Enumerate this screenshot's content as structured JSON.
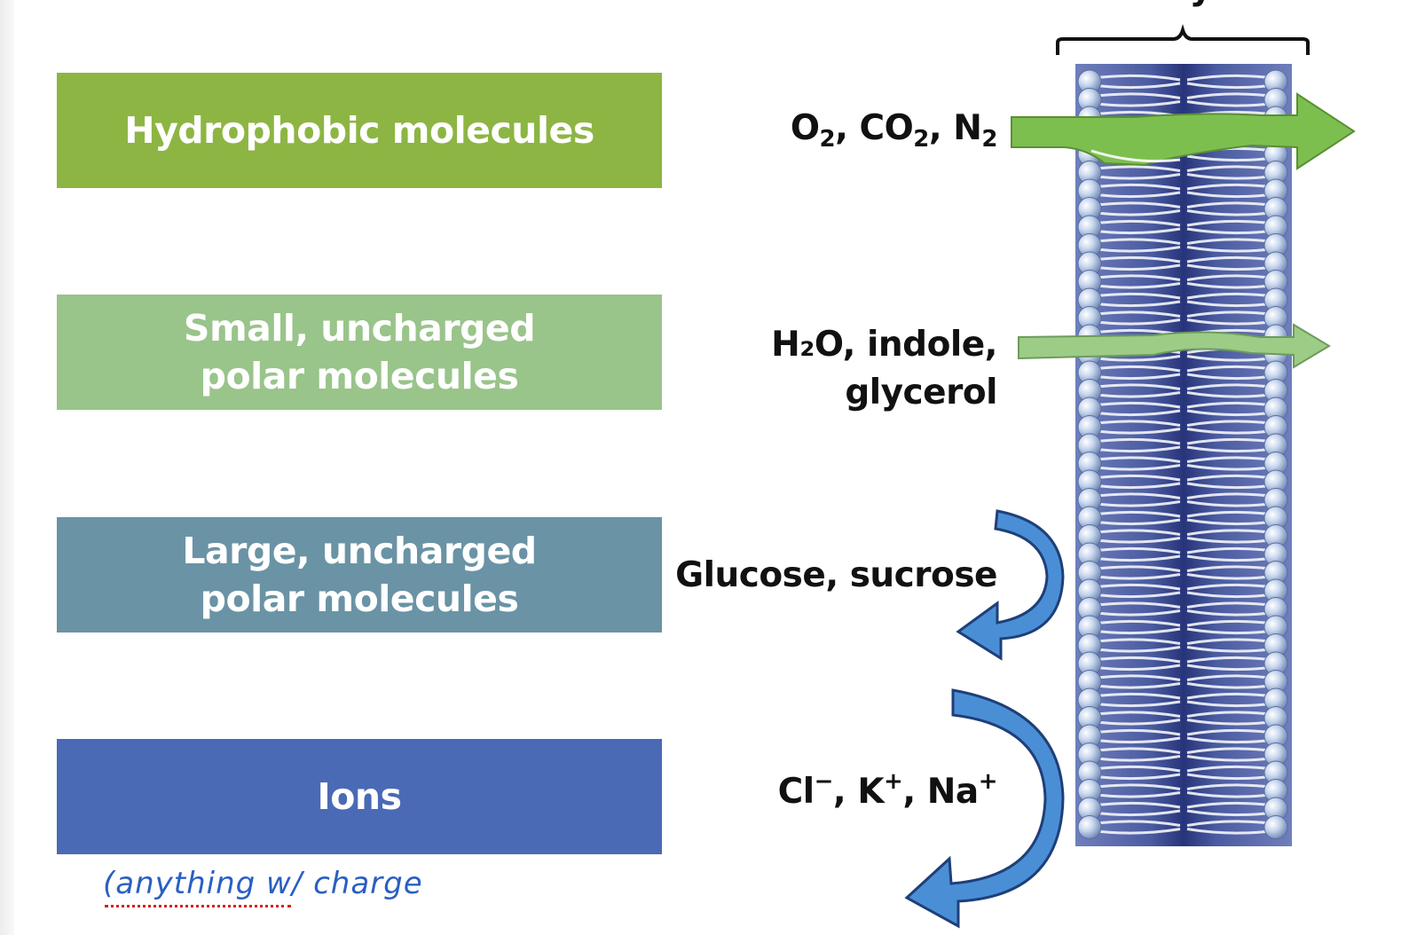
{
  "heading_partial": "bilayer",
  "categories": [
    {
      "name": "hydrophobic",
      "lines": [
        "Hydrophobic molecules"
      ],
      "color": "#8db543"
    },
    {
      "name": "small-polar",
      "lines": [
        "Small, uncharged",
        "polar molecules"
      ],
      "color": "#99c48a"
    },
    {
      "name": "large-polar",
      "lines": [
        "Large, uncharged",
        "polar molecules"
      ],
      "color": "#6a93a5"
    },
    {
      "name": "ions",
      "lines": [
        "Ions"
      ],
      "color": "#4a6ab6"
    }
  ],
  "molecules": [
    {
      "id": "gases",
      "passes": true
    },
    {
      "id": "small-polar",
      "lines": [
        "H₂O, indole,",
        "glycerol"
      ],
      "passes": true
    },
    {
      "id": "large-polar",
      "lines": [
        "Glucose, sucrose"
      ],
      "passes": false
    },
    {
      "id": "ions",
      "passes": false
    }
  ],
  "molecule_formulas": {
    "gases": [
      "O",
      "2",
      ", CO",
      "2",
      ", N",
      "2"
    ],
    "ions": [
      "Cl",
      "−",
      ", K",
      "+",
      ", Na",
      "+"
    ]
  },
  "colors": {
    "pass_arrow": "#7dbf4f",
    "pass_arrow_light": "#9ccc86",
    "block_arrow": "#4a8fd6",
    "bilayer_core": "#3d4e93",
    "head_group": "#b7cbe6"
  },
  "annotation": {
    "handwritten_note": "(anything  w/ charge"
  }
}
